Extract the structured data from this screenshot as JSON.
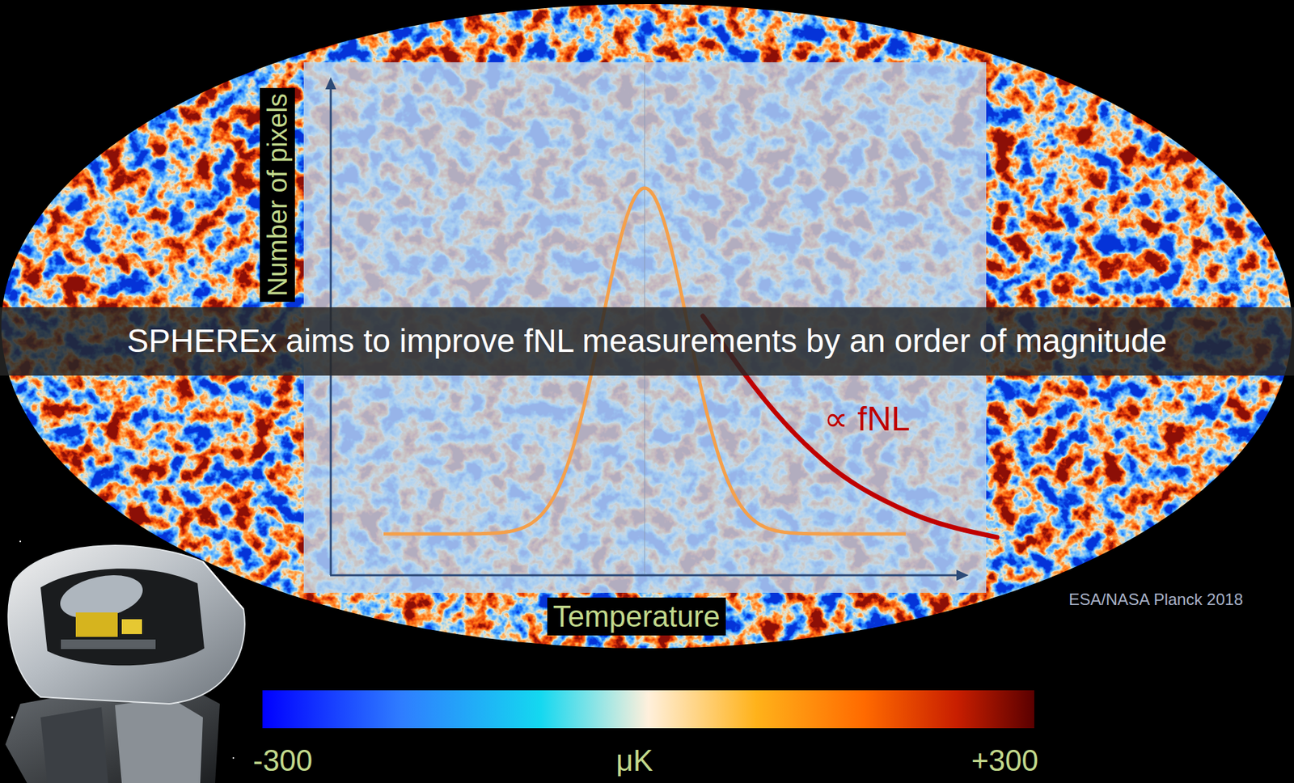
{
  "diagram": {
    "nodes": [
      {
        "text": [
          "SPHEREx aims to improve fNL measurements by an order of magnitude"
        ]
      },
      {
        "text": [
          "Number of pixels"
        ]
      },
      {
        "text": [
          "Temperature"
        ]
      }
    ],
    "labels": [
      "∝ fNL",
      "ESA/NASA Planck 2018",
      "-300",
      "μK",
      "+300"
    ]
  }
}
